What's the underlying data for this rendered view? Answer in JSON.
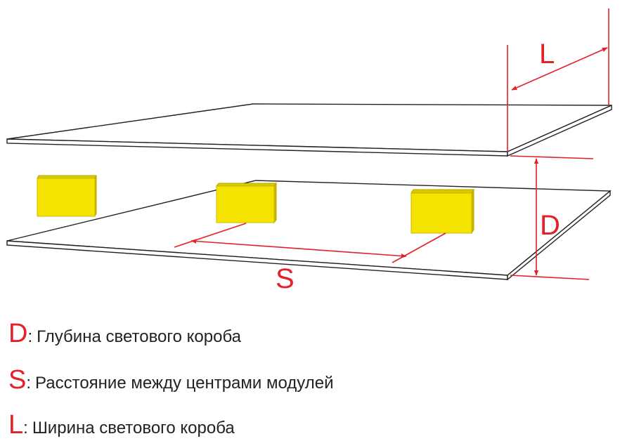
{
  "colors": {
    "dimension": "#e4202a",
    "module_fill": "#f5e400",
    "module_edge": "#c9b800",
    "outline": "#222222",
    "text": "#222222"
  },
  "dimensions": {
    "length": "L",
    "depth": "D",
    "spacing": "S"
  },
  "legend": [
    {
      "key": "D",
      "sep": ":",
      "text": "Глубина светового короба"
    },
    {
      "key": "S",
      "sep": ":",
      "text": "Расстояние между центрами модулей"
    },
    {
      "key": "L",
      "sep": ":",
      "text": "Ширина светового короба"
    }
  ]
}
